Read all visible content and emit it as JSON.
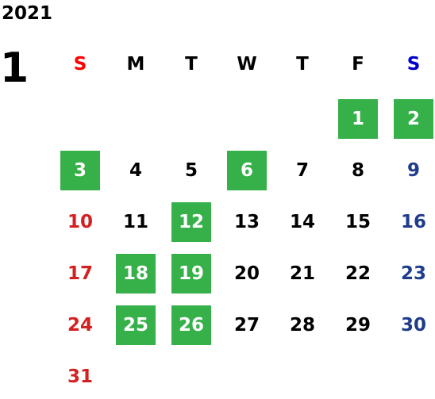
{
  "year": "2021",
  "month": "1",
  "colors": {
    "highlight": "#36b049",
    "sunday_header": "#ff0000",
    "saturday_header": "#0000cc",
    "sunday_date": "#d42020",
    "saturday_date": "#1f3c8c",
    "weekday": "#000000"
  },
  "weekdays": [
    "S",
    "M",
    "T",
    "W",
    "T",
    "F",
    "S"
  ],
  "weeks": [
    [
      {
        "label": ""
      },
      {
        "label": ""
      },
      {
        "label": ""
      },
      {
        "label": ""
      },
      {
        "label": ""
      },
      {
        "label": "1",
        "highlighted": true
      },
      {
        "label": "2",
        "highlighted": true
      }
    ],
    [
      {
        "label": "3",
        "highlighted": true
      },
      {
        "label": "4"
      },
      {
        "label": "5"
      },
      {
        "label": "6",
        "highlighted": true
      },
      {
        "label": "7"
      },
      {
        "label": "8"
      },
      {
        "label": "9"
      }
    ],
    [
      {
        "label": "10"
      },
      {
        "label": "11"
      },
      {
        "label": "12",
        "highlighted": true
      },
      {
        "label": "13"
      },
      {
        "label": "14"
      },
      {
        "label": "15"
      },
      {
        "label": "16"
      }
    ],
    [
      {
        "label": "17"
      },
      {
        "label": "18",
        "highlighted": true
      },
      {
        "label": "19",
        "highlighted": true
      },
      {
        "label": "20"
      },
      {
        "label": "21"
      },
      {
        "label": "22"
      },
      {
        "label": "23"
      }
    ],
    [
      {
        "label": "24"
      },
      {
        "label": "25",
        "highlighted": true
      },
      {
        "label": "26",
        "highlighted": true
      },
      {
        "label": "27"
      },
      {
        "label": "28"
      },
      {
        "label": "29"
      },
      {
        "label": "30"
      }
    ],
    [
      {
        "label": "31"
      },
      {
        "label": ""
      },
      {
        "label": ""
      },
      {
        "label": ""
      },
      {
        "label": ""
      },
      {
        "label": ""
      },
      {
        "label": ""
      }
    ]
  ]
}
